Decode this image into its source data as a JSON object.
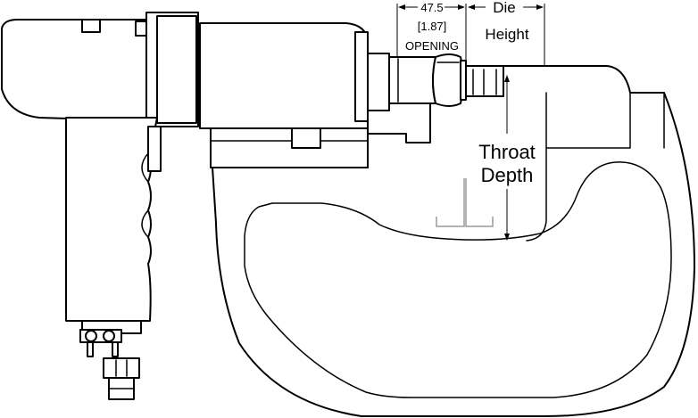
{
  "dimensions": {
    "opening_value": "47.5",
    "opening_inches": "[1.87]",
    "opening_label": "OPENING",
    "die_height_line1": "Die",
    "die_height_line2": "Height",
    "throat_depth_line1": "Throat",
    "throat_depth_line2": "Depth"
  },
  "colors": {
    "line": "#000000",
    "background": "#ffffff",
    "workpiece": "#9a9a9a"
  }
}
